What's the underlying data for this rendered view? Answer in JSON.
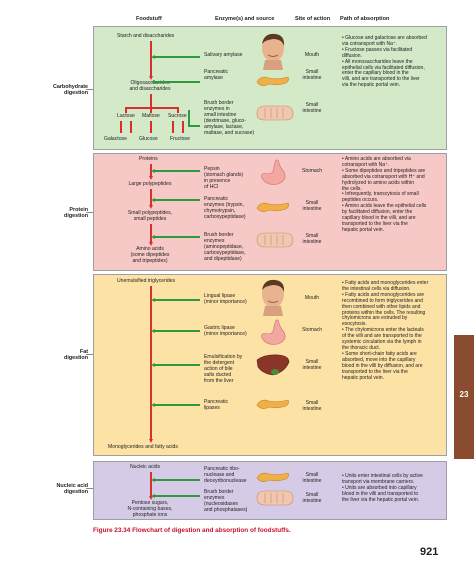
{
  "headers": {
    "foodstuff": "Foodstuff",
    "enzymes": "Enzyme(s) and source",
    "site": "Site of action",
    "path": "Path of absorption"
  },
  "carb": {
    "label_l1": "Carbohydrate",
    "label_l2": "digestion",
    "starch": "Starch and disaccharides",
    "oligo_l1": "Oligosaccharides",
    "oligo_l2": "and disaccharides",
    "lactose": "Lactose",
    "maltose": "Maltose",
    "sucrose": "Sucrose",
    "galactose": "Galactose",
    "glucose": "Glucose",
    "fructose": "Fructose",
    "enz1": "Salivary amylase",
    "enz2_l1": "Pancreatic",
    "enz2_l2": "amylase",
    "enz3_l1": "Brush border",
    "enz3_l2": "enzymes in",
    "enz3_l3": "small intestine",
    "enz3_l4": "(dextrinase, gluco-",
    "enz3_l5": "amylase, lactase,",
    "enz3_l6": "maltase, and sucrase)",
    "site1": "Mouth",
    "site2_l1": "Small",
    "site2_l2": "intestine",
    "site3_l1": "Small",
    "site3_l2": "intestine",
    "abs": [
      "• Glucose and galactose are absorbed",
      "  via cotransport with Na⁺.",
      "• Fructose passes via facilitated",
      "  diffusion.",
      "• All monosaccharides leave the",
      "  epithelial cells via facilitated diffusion,",
      "  enter the capillary blood in the",
      "  villi, and are transported to the liver",
      "  via the hepatic portal vein."
    ]
  },
  "protein": {
    "label_l1": "Protein",
    "label_l2": "digestion",
    "proteins": "Proteins",
    "large": "Large polypeptides",
    "small_l1": "Small polypeptides,",
    "small_l2": "small peptides",
    "amino_l1": "Amino acids",
    "amino_l2": "(some dipeptides",
    "amino_l3": "and tripeptides)",
    "enz1_l1": "Pepsin",
    "enz1_l2": "(stomach glands)",
    "enz1_l3": "in presence",
    "enz1_l4": "of HCl",
    "enz2_l1": "Pancreatic",
    "enz2_l2": "enzymes (trypsin,",
    "enz2_l3": "chymotrypsin,",
    "enz2_l4": "carboxypeptidase)",
    "enz3_l1": "Brush border",
    "enz3_l2": "enzymes",
    "enz3_l3": "(aminopeptidase,",
    "enz3_l4": "carboxypeptidase,",
    "enz3_l5": "and dipeptidase)",
    "site1": "Stomach",
    "site2_l1": "Small",
    "site2_l2": "intestine",
    "site3_l1": "Small",
    "site3_l2": "intestine",
    "abs": [
      "• Amino acids are absorbed via",
      "  cotransport with Na⁺.",
      "• Some dipeptides and tripeptides are",
      "  absorbed via cotransport with H⁺ and",
      "  hydrolyzed to amino acids within",
      "  the cells.",
      "• Infrequently, transcytosis of small",
      "  peptides occurs.",
      "• Amino acids leave the epithelial cells",
      "  by facilitated diffusion, enter the",
      "  capillary blood in the villi, and are",
      "  transported to the liver via the",
      "  hepatic portal vein."
    ]
  },
  "fat": {
    "label_l1": "Fat",
    "label_l2": "digestion",
    "unemul": "Unemulsified triglycerides",
    "mono": "Monoglycerides and fatty acids",
    "enz1_l1": "Lingual lipase",
    "enz1_l2": "(minor importance)",
    "enz2_l1": "Gastric lipase",
    "enz2_l2": "(minor importance)",
    "enz3_l1": "Emulsification by",
    "enz3_l2": "the detergent",
    "enz3_l3": "action of bile",
    "enz3_l4": "salts ducted",
    "enz3_l5": "from the liver",
    "enz4_l1": "Pancreatic",
    "enz4_l2": "lipases",
    "site1": "Mouth",
    "site2": "Stomach",
    "site3_l1": "Small",
    "site3_l2": "intestine",
    "site4_l1": "Small",
    "site4_l2": "intestine",
    "abs": [
      "• Fatty acids and monoglycerides enter",
      "  the intestinal cells via diffusion.",
      "• Fatty acids and monoglycerides are",
      "  recombined to form triglycerides and",
      "  then combined with other lipids and",
      "  proteins within the cells. The resulting",
      "  chylomicrons are extruded by",
      "  exocytosis.",
      "• The chylomicrons enter the lacteals",
      "  of the villi and are transported to the",
      "  systemic circulation via the lymph in",
      "  the thoracic duct.",
      "• Some short-chain fatty acids are",
      "  absorbed, move into the capillary",
      "  blood in the villi by diffusion, and are",
      "  transported to the liver via the",
      "  hepatic portal vein."
    ]
  },
  "nucleic": {
    "label_l1": "Nucleic acid",
    "label_l2": "digestion",
    "nucleic": "Nucleic acids",
    "pent_l1": "Pentose sugars,",
    "pent_l2": "N-containing bases,",
    "pent_l3": "phosphate ions",
    "enz1_l1": "Pancreatic ribo-",
    "enz1_l2": "nuclease and",
    "enz1_l3": "deoxyribonuclease",
    "enz2_l1": "Brush border",
    "enz2_l2": "enzymes",
    "enz2_l3": "(nucleosidases",
    "enz2_l4": "and phosphatases)",
    "site1_l1": "Small",
    "site1_l2": "intestine",
    "site2_l1": "Small",
    "site2_l2": "intestine",
    "abs": [
      "• Units enter intestinal cells by active",
      "  transport via membrane carriers.",
      "• Units are absorbed into capillary",
      "  blood in the villi and transported to",
      "  the liver via the hepatic portal vein."
    ]
  },
  "tab": "23",
  "caption": "Figure 23.34  Flowchart of digestion and absorption of foodstuffs.",
  "page_number": "921",
  "colors": {
    "carb": "#d3e9c8",
    "protein": "#f7c9c6",
    "fat": "#fde2a6",
    "nucleic": "#d6cbe6",
    "red_arrow": "#d9302b",
    "green_arrow": "#2e9a3e",
    "tab": "#8b4b2e",
    "caption": "#c8102e"
  }
}
